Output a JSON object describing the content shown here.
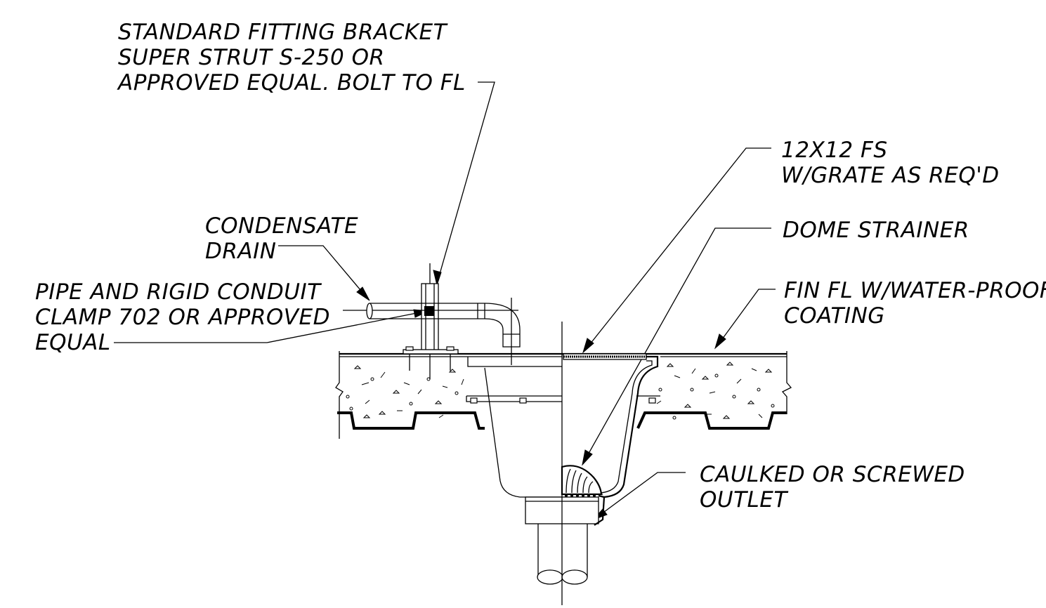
{
  "labels": {
    "bracket": [
      "STANDARD FITTING BRACKET",
      "SUPER STRUT S-250 OR",
      "APPROVED EQUAL. BOLT TO FL"
    ],
    "floor_sink": [
      "12X12 FS",
      "W/GRATE AS REQ'D"
    ],
    "condensate": [
      "CONDENSATE",
      "DRAIN"
    ],
    "dome": [
      "DOME STRAINER"
    ],
    "fin_fl": [
      "FIN FL W/WATER-PROOF",
      "COATING"
    ],
    "clamp": [
      "PIPE AND RIGID CONDUIT",
      "CLAMP 702 OR APPROVED",
      "EQUAL"
    ],
    "outlet": [
      "CAULKED OR SCREWED",
      "OUTLET"
    ]
  }
}
